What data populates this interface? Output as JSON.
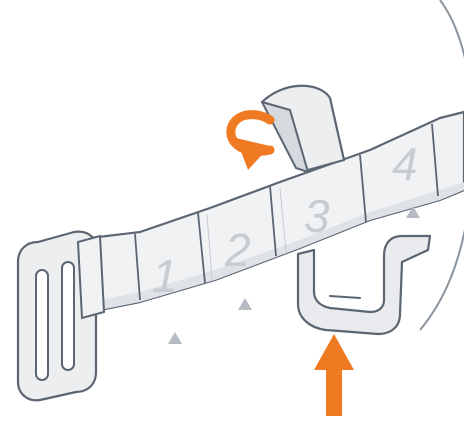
{
  "header": {
    "cropped_text": ""
  },
  "diagram": {
    "slot_labels": [
      "1",
      "2",
      "3",
      "4"
    ],
    "colors": {
      "strap_fill": "#f1f2f3",
      "strap_shadow": "#d9dde1",
      "outline": "#5b6672",
      "buckle_fill": "#eceef0",
      "hook_fill": "#e9ebee",
      "accent": "#f07a22",
      "header": "#2f4a6a"
    },
    "icons": [
      "buckle-icon",
      "rotate-arrow-icon",
      "up-arrow-icon",
      "hook-icon",
      "position-marker-icon"
    ]
  }
}
